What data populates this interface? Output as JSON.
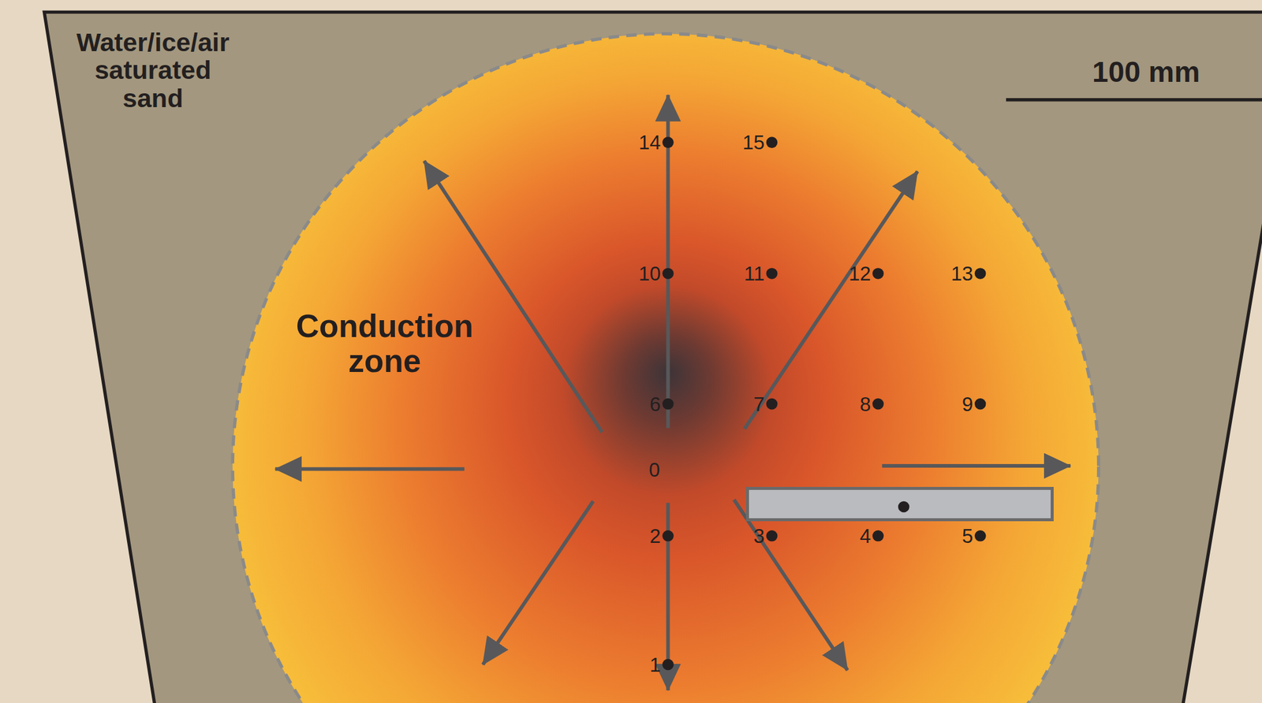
{
  "diagram": {
    "nodes": [
      {
        "text": [
          "Water/ice/air saturated sand"
        ]
      },
      {
        "text": [
          "Conduction zone"
        ],
        "in": 0
      },
      {
        "text": [
          "0"
        ],
        "in": 1
      }
    ],
    "labels": [
      "100 mm",
      "14",
      "15",
      "10",
      "11",
      "12",
      "13",
      "6",
      "7",
      "8",
      "9",
      "2",
      "3",
      "4",
      "5",
      "1"
    ]
  }
}
